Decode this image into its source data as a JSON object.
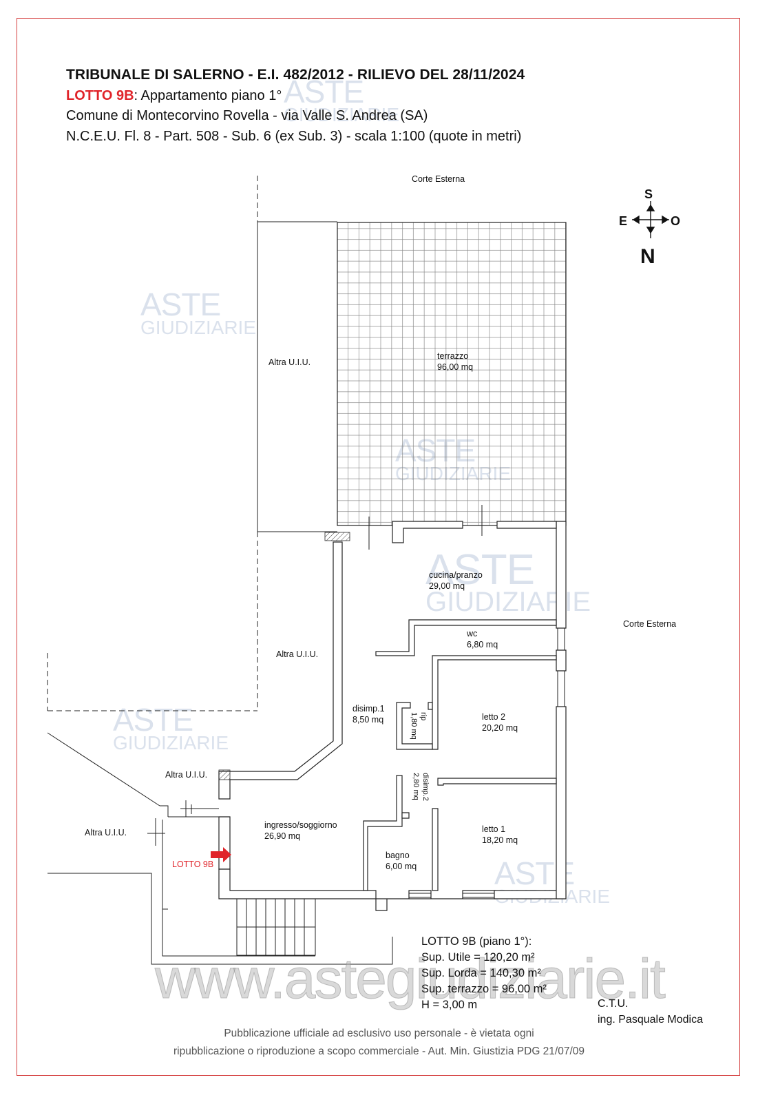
{
  "header": {
    "line1": "TRIBUNALE DI SALERNO - E.I. 482/2012 - RILIEVO DEL 28/11/2024",
    "lot_code": "LOTTO 9B",
    "lot_desc": ": Appartamento piano 1°",
    "line3": "Comune di Montecorvino Rovella  - via Valle S. Andrea (SA)",
    "line4": "N.C.E.U. Fl. 8 - Part. 508 - Sub. 6 (ex Sub. 3) - scala 1:100 (quote in metri)"
  },
  "compass": {
    "south": "S",
    "east": "E",
    "west": "O",
    "north": "N"
  },
  "labels": {
    "corte_top": "Corte Esterna",
    "corte_right": "Corte Esterna",
    "altra_1": "Altra U.I.U.",
    "altra_2": "Altra U.I.U.",
    "altra_3": "Altra U.I.U.",
    "altra_4": "Altra U.I.U.",
    "entry": "LOTTO 9B"
  },
  "rooms": [
    {
      "name": "terrazzo",
      "area": "96,00 mq"
    },
    {
      "name": "cucina/pranzo",
      "area": "29,00 mq"
    },
    {
      "name": "wc",
      "area": "6,80 mq"
    },
    {
      "name": "disimp.1",
      "area": "8,50 mq"
    },
    {
      "name": "rip",
      "area": "1,80 mq"
    },
    {
      "name": "letto 2",
      "area": "20,20 mq"
    },
    {
      "name": "disimp.2",
      "area": "2,80 mq"
    },
    {
      "name": "ingresso/soggiorno",
      "area": "26,90 mq"
    },
    {
      "name": "bagno",
      "area": "6,00 mq"
    },
    {
      "name": "letto 1",
      "area": "18,20 mq"
    }
  ],
  "summary": {
    "title": "LOTTO 9B (piano 1°):",
    "utile": "Sup. Utile = 120,20  m²",
    "lorda": "Sup. Lorda = 140,30 m²",
    "terrazzo": "Sup. terrazzo = 96,00 m²",
    "height": "H = 3,00 m"
  },
  "ctu": {
    "title": "C.T.U.",
    "name": "ing. Pasquale Modica"
  },
  "disclaimer": {
    "line1": "Pubblicazione ufficiale ad esclusivo uso personale - è vietata ogni",
    "line2": "ripubblicazione o riproduzione a scopo commerciale - Aut. Min. Giustizia PDG 21/07/09"
  },
  "watermark": {
    "brand": "ASTE",
    "brand_sub": "GIUDIZIARIE",
    "url": "www.astegiudiziarie.it"
  },
  "colors": {
    "border": "#d43c3c",
    "lot": "#e0242a",
    "arrow": "#e0242a",
    "wall": "#222222"
  }
}
